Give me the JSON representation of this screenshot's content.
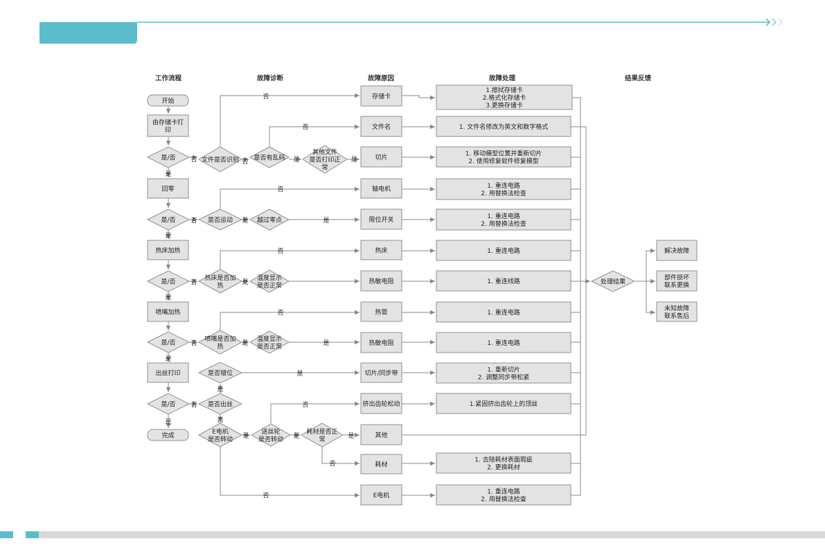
{
  "headers": {
    "workflow": "工作流程",
    "diagnosis": "故障诊断",
    "cause": "故障原因",
    "handling": "故障处理",
    "feedback": "结果反馈"
  },
  "nodes": {
    "start": "开始",
    "print_from_card": [
      "由存储卡打",
      "印"
    ],
    "yn1": "是/否",
    "home": "回零",
    "yn2": "是/否",
    "bed_heat": "热床加热",
    "yn3": "是/否",
    "nozzle_heat": "喷嘴加热",
    "yn4": "是/否",
    "extrude_print": "出丝打印",
    "yn5": "是/否",
    "done": "完成",
    "file_recognized": "文件是否识别",
    "garbled": "是否有乱码",
    "other_file_ok": [
      "其他文件",
      "是否打印正",
      "常"
    ],
    "moving": "是否运动",
    "pass_zero": "越过零点",
    "bed_heating": [
      "热床是否加",
      "热"
    ],
    "temp_display_1": [
      "温度显示",
      "是否正常"
    ],
    "nozzle_heating": [
      "喷嘴是否加",
      "热"
    ],
    "temp_display_2": [
      "温度显示",
      "是否正常"
    ],
    "misaligned": "是否错位",
    "extruding": "是否出丝",
    "emotor_rotating": [
      "E电机",
      "是否转动"
    ],
    "feeder_rotating": [
      "送丝轮",
      "是否转动"
    ],
    "filament_ok": [
      "耗材是否正",
      "常"
    ],
    "cause_card": "存储卡",
    "cause_filename": "文件名",
    "cause_slice": "切片",
    "cause_axis_motor": "轴电机",
    "cause_limit_switch": "限位开关",
    "cause_hotbed": "热床",
    "cause_thermistor_1": "热敏电阻",
    "cause_heat_tube": "热管",
    "cause_thermistor_2": "热敏电阻",
    "cause_slice_belt": "切片/同步带",
    "cause_gear_loose": "挤出齿轮松动",
    "cause_other": "其他",
    "cause_filament": "耗材",
    "cause_emotor": "E电机",
    "fix_card": [
      "1.擦拭存储卡",
      "2.格式化存储卡",
      "3.更换存储卡"
    ],
    "fix_filename": [
      "1. 文件名修改为英文和数字格式"
    ],
    "fix_slice": [
      "1. 移动模型位置并重新切片",
      "2. 使用修复软件修复模型"
    ],
    "fix_axis_motor": [
      "1. 重连电路",
      "2. 用替换法检查"
    ],
    "fix_limit_switch": [
      "1. 重连电路",
      "2. 用替换法检查"
    ],
    "fix_hotbed": [
      "1. 重连电路"
    ],
    "fix_thermistor_1": [
      "1. 重连线路"
    ],
    "fix_heat_tube": [
      "1. 重连电路"
    ],
    "fix_thermistor_2": [
      "1. 重连电路"
    ],
    "fix_slice_belt": [
      "1. 重新切片",
      "2. 调整同步带松紧"
    ],
    "fix_gear": [
      "1.紧固挤出齿轮上的顶丝"
    ],
    "fix_filament": [
      "1. 去除耗材表面瑕疵",
      "2. 更换耗材"
    ],
    "fix_emotor": [
      "1. 重连电路",
      "2. 用替换法检查"
    ],
    "result": "处理结果",
    "solved": "解决故障",
    "part_cycle": [
      "部件损坏",
      "联系更换"
    ],
    "unknown": [
      "未知故障",
      "联系售后"
    ]
  },
  "edge_labels": {
    "yes": "是",
    "no": "否"
  },
  "colors": {
    "accent": "#5bbccc",
    "edge": "#888888",
    "node_fill": "#e3e3e3",
    "node_stroke": "#8f8f8f",
    "footer_bar": "#d8d8d8"
  }
}
